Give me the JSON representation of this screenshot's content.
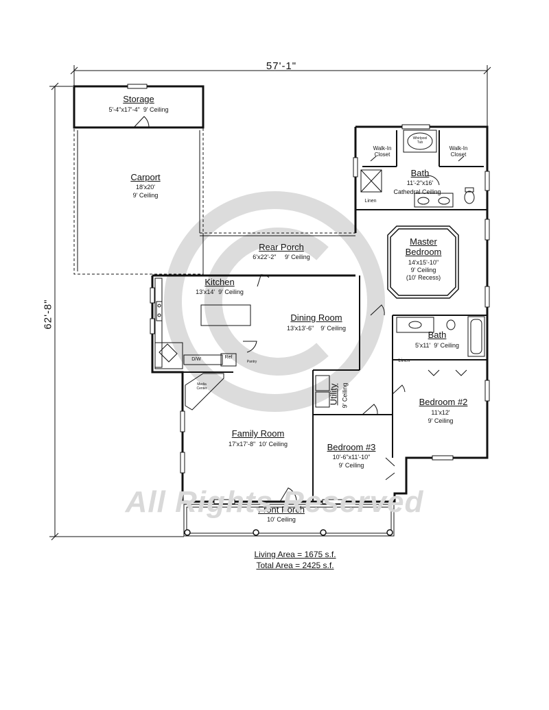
{
  "dimensions": {
    "width_label": "57'-1\"",
    "depth_label": "62'-8\""
  },
  "rooms": {
    "storage": {
      "name": "Storage",
      "size": "5'-4\"x17'-4\"",
      "ceiling": "9' Ceiling"
    },
    "carport": {
      "name": "Carport",
      "size": "18'x20'",
      "ceiling": "9' Ceiling"
    },
    "rear_porch": {
      "name": "Rear Porch",
      "size": "6'x22'-2\"",
      "ceiling": "9' Ceiling"
    },
    "kitchen": {
      "name": "Kitchen",
      "size": "13'x14'",
      "ceiling": "9' Ceiling"
    },
    "dining_room": {
      "name": "Dining Room",
      "size": "13'x13'-6\"",
      "ceiling": "9' Ceiling"
    },
    "master_bedroom": {
      "name": "Master Bedroom",
      "size": "14'x15'-10\"",
      "ceiling": "9' Ceiling",
      "note": "(10' Recess)"
    },
    "master_bath": {
      "name": "Bath",
      "size": "11'-2\"x16'",
      "ceiling": "Cathedral Ceiling"
    },
    "walk_in_closet_left": {
      "name": "Walk-In Closet"
    },
    "walk_in_closet_right": {
      "name": "Walk-In Closet"
    },
    "bath_2": {
      "name": "Bath",
      "size": "5'x11'",
      "ceiling": "9' Ceiling"
    },
    "bedroom_2": {
      "name": "Bedroom #2",
      "size": "11'x12'",
      "ceiling": "9' Ceiling"
    },
    "bedroom_3": {
      "name": "Bedroom #3",
      "size": "10'-6\"x11'-10\"",
      "ceiling": "9' Ceiling"
    },
    "utility": {
      "name": "Utility",
      "ceiling": "9' Ceiling"
    },
    "family_room": {
      "name": "Family Room",
      "size": "17'x17'-8\"",
      "ceiling": "10' Ceiling"
    },
    "front_porch": {
      "name": "Front Porch",
      "ceiling": "10' Ceiling"
    }
  },
  "fixtures": {
    "whirlpool_tub": "Whirlpool Tub",
    "linen_master": "Linen",
    "linen_bath2": "Linen",
    "dw": "D/W",
    "ref": "Ref",
    "pantry": "Pantry",
    "media_center": "Media Center"
  },
  "areas": {
    "living": "Living Area = 1675 s.f.",
    "total": "Total Area = 2425 s.f."
  },
  "watermark": "All Rights Reserved",
  "colors": {
    "wall": "#111111",
    "watermark": "#dcdcdc"
  }
}
